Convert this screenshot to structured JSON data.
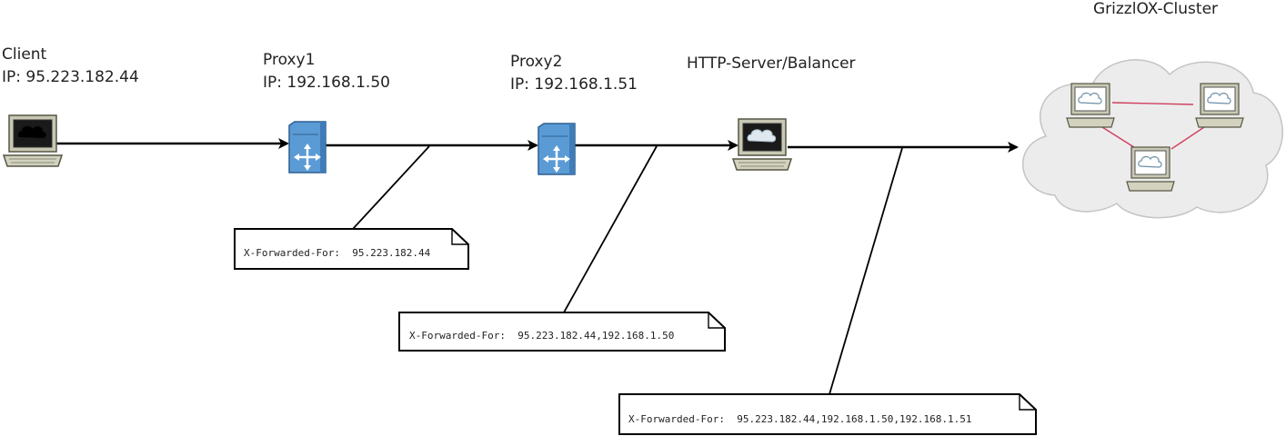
{
  "nodes": {
    "client": {
      "name": "Client",
      "ip": "IP: 95.223.182.44",
      "icon": "laptop-icon"
    },
    "proxy1": {
      "name": "Proxy1",
      "ip": "IP: 192.168.1.50",
      "icon": "proxy-server-icon"
    },
    "proxy2": {
      "name": "Proxy2",
      "ip": "IP: 192.168.1.51",
      "icon": "proxy-server-icon"
    },
    "balancer": {
      "name": "HTTP-Server/Balancer",
      "icon": "laptop-icon"
    },
    "cluster": {
      "name": "GrizzlOX-Cluster",
      "icon": "cloud-icon"
    }
  },
  "notes": [
    {
      "text": "X-Forwarded-For:  95.223.182.44"
    },
    {
      "text": "X-Forwarded-For:  95.223.182.44,192.168.1.50"
    },
    {
      "text": "X-Forwarded-For:  95.223.182.44,192.168.1.50,192.168.1.51"
    }
  ],
  "colors": {
    "proxy_blue": "#5b9bd5",
    "cluster_link": "#d04060",
    "cloud_fill": "#ececec",
    "laptop_frame": "#c8c8b4"
  }
}
